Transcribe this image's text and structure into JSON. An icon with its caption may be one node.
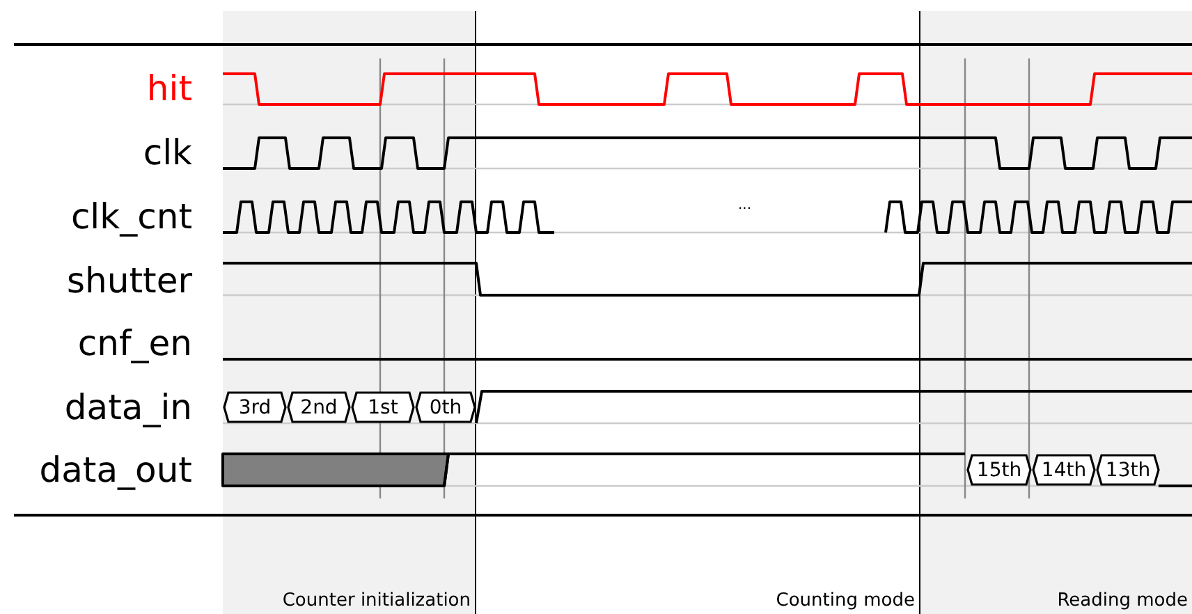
{
  "diagram": {
    "nodes": [
      {
        "text": [
          "Counter initialization"
        ]
      },
      {
        "text": [
          "3rd"
        ],
        "in": 0
      },
      {
        "text": [
          "2nd"
        ],
        "in": 0
      },
      {
        "text": [
          "1st"
        ],
        "in": 0
      },
      {
        "text": [
          "0th"
        ],
        "in": 0
      },
      {
        "text": [
          "Counting mode"
        ]
      },
      {
        "text": [
          "Reading mode"
        ]
      },
      {
        "text": [
          "15th"
        ],
        "in": 6
      },
      {
        "text": [
          "14th"
        ],
        "in": 6
      },
      {
        "text": [
          "13th"
        ],
        "in": 6
      }
    ],
    "labels": [
      "hit",
      "clk",
      "clk_cnt",
      "...",
      "shutter",
      "cnf_en",
      "data_in",
      "data_out"
    ]
  }
}
